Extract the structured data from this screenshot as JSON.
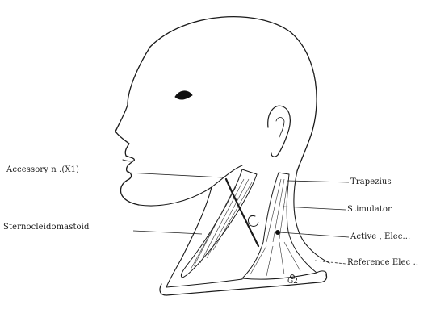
{
  "labels": {
    "accessory": "Accessory n .(X1)",
    "sternocleidomastoid": "Sternocleidomastoid",
    "trapezius": "Trapezius",
    "stimulator": "Stimulator",
    "active": "Active , Elec...",
    "reference": "Reference Elec ..",
    "g2": "G2"
  }
}
